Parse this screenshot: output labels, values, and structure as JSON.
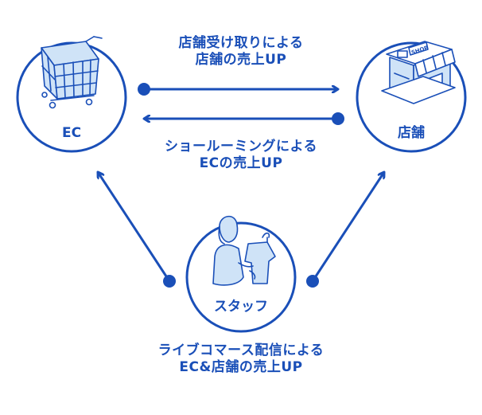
{
  "nodes": {
    "ec": {
      "label": "EC",
      "icon": "shopping-cart-icon"
    },
    "store": {
      "label": "店舗",
      "icon": "storefront-icon",
      "sign": "SHOP"
    },
    "staff": {
      "label": "スタッフ",
      "icon": "staff-with-clothing-icon"
    }
  },
  "captions": {
    "top": {
      "line1": "店舗受け取りによる",
      "line2": "店舗の売上UP"
    },
    "middle": {
      "line1": "ショールーミングによる",
      "line2": "ECの売上UP"
    },
    "bottom": {
      "line1": "ライブコマース配信による",
      "line2": "EC&店舗の売上UP"
    }
  },
  "colors": {
    "primary": "#1a4fb8",
    "icon_fill": "#cfe3f7",
    "background": "#ffffff"
  }
}
